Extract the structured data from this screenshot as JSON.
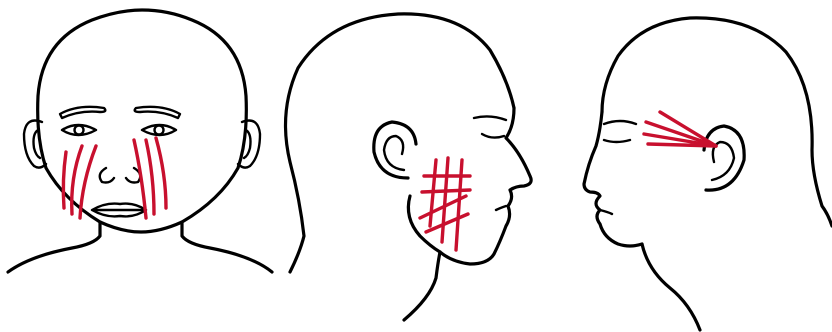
{
  "colors": {
    "outline": "#000000",
    "marking": "#c8102e",
    "background": "#ffffff"
  },
  "figures": [
    {
      "view": "front",
      "icon": "front-head-icon",
      "marked_region": "cheeks"
    },
    {
      "view": "right-profile",
      "icon": "right-profile-head-icon",
      "marked_region": "jaw-cheek"
    },
    {
      "view": "left-profile",
      "icon": "left-profile-head-icon",
      "marked_region": "temple"
    }
  ]
}
